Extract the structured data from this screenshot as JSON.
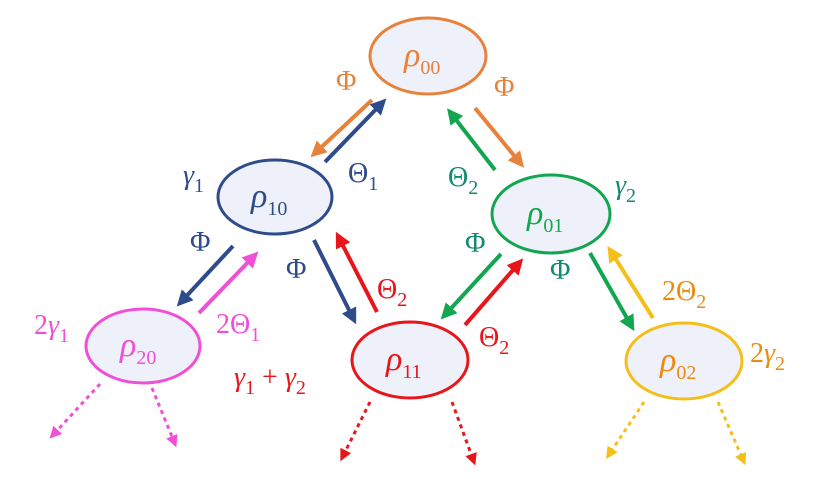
{
  "colors": {
    "orange": "#e8823a",
    "blue": "#2e4b8a",
    "green": "#12a650",
    "teal": "#138a72",
    "magenta": "#f04fd6",
    "red": "#e8151b",
    "gold": "#f5bf1a",
    "darkorange": "#ee8a10",
    "node_fill": "#eef0fa"
  },
  "nodes": {
    "rho00": {
      "symbol": "ρ",
      "sub": "00"
    },
    "rho10": {
      "symbol": "ρ",
      "sub": "10"
    },
    "rho01": {
      "symbol": "ρ",
      "sub": "01"
    },
    "rho20": {
      "symbol": "ρ",
      "sub": "20"
    },
    "rho11": {
      "symbol": "ρ",
      "sub": "11"
    },
    "rho02": {
      "symbol": "ρ",
      "sub": "02"
    }
  },
  "labels": {
    "phi_00_left": "Φ",
    "phi_00_right": "Φ",
    "theta1_10": {
      "main": "Θ",
      "sub": "1"
    },
    "theta2_01": {
      "main": "Θ",
      "sub": "2"
    },
    "gamma_10": {
      "main": "γ",
      "sub": "1"
    },
    "gamma_01": {
      "main": "γ",
      "sub": "2"
    },
    "phi_10_left": "Φ",
    "phi_10_right": "Φ",
    "phi_01_left": "Φ",
    "phi_01_right": "Φ",
    "theta2_11_left": {
      "main": "Θ",
      "sub": "2"
    },
    "theta2_11_right": {
      "main": "Θ",
      "sub": "2"
    },
    "theta1_20": {
      "prefix": "2",
      "main": "Θ",
      "sub": "1"
    },
    "theta2_02": {
      "prefix": "2",
      "main": "Θ",
      "sub": "2"
    },
    "gamma_20": {
      "prefix": "2",
      "main": "γ",
      "sub": "1"
    },
    "gamma_02": {
      "prefix": "2",
      "main": "γ",
      "sub": "2"
    },
    "gamma_11": {
      "main1": "γ",
      "sub1": "1",
      "plus": " + ",
      "main2": "γ",
      "sub2": "2"
    }
  }
}
